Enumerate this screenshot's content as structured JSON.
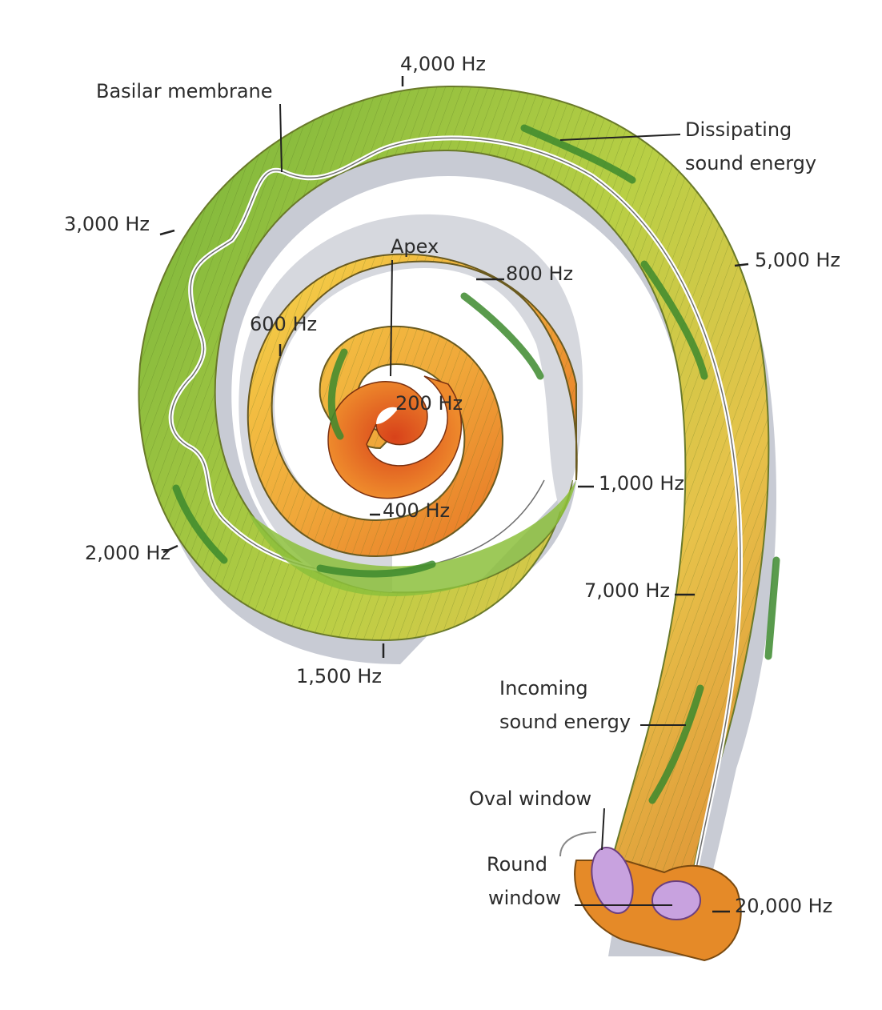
{
  "diagram": {
    "labels": {
      "basilar_membrane": "Basilar membrane",
      "apex": "Apex",
      "dissipating_1": "Dissipating",
      "dissipating_2": "sound energy",
      "incoming_1": "Incoming",
      "incoming_2": "sound energy",
      "oval_window": "Oval window",
      "round_window_1": "Round",
      "round_window_2": "window"
    },
    "frequencies": {
      "f200": "200 Hz",
      "f400": "400 Hz",
      "f600": "600 Hz",
      "f800": "800 Hz",
      "f1000": "1,000 Hz",
      "f1500": "1,500 Hz",
      "f2000": "2,000 Hz",
      "f3000": "3,000 Hz",
      "f4000": "4,000 Hz",
      "f5000": "5,000 Hz",
      "f7000": "7,000 Hz",
      "f20000": "20,000 Hz"
    },
    "colors": {
      "low_freq": "#e8601c",
      "mid_low": "#f2a93b",
      "mid": "#f3d84a",
      "green": "#7cb83a",
      "high": "#c9d64a",
      "base": "#e0882a",
      "window": "#c9a3e0",
      "arrow": "#3d8a2e"
    }
  }
}
